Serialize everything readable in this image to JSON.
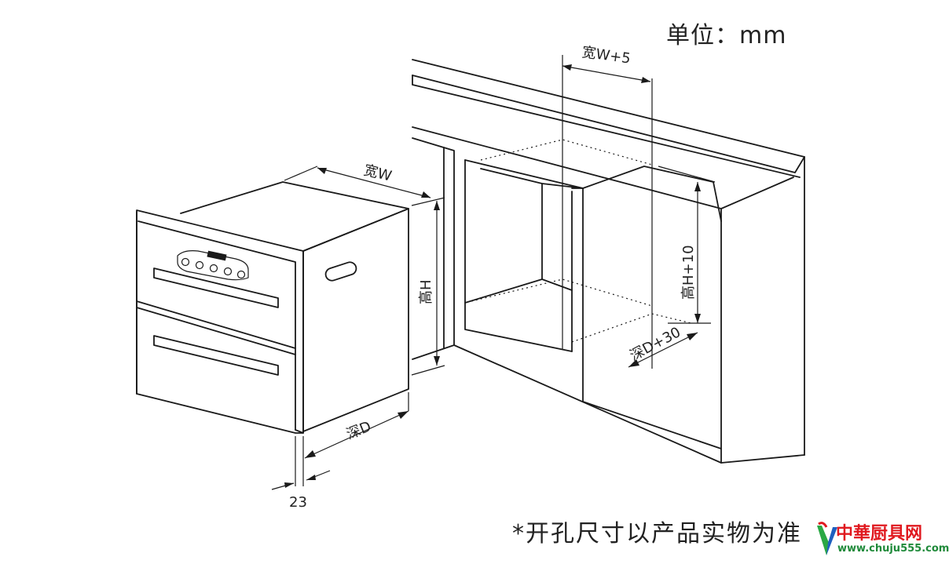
{
  "unit": {
    "label": "单位：mm"
  },
  "note": {
    "text": "*开孔尺寸以产品实物为准"
  },
  "dimensions": {
    "width": "宽W",
    "height": "高H",
    "depth": "深D",
    "front_offset": "23",
    "cutout_width": "宽W+5",
    "cutout_height": "高H+10",
    "cutout_depth": "深D+30"
  },
  "watermark": {
    "title": "中華厨具网",
    "url": "www.chuju555.com",
    "colors": {
      "title": "#e0191f",
      "url": "#1f8a3a",
      "logo_green": "#2aa844",
      "logo_blue": "#1f5fbf"
    }
  },
  "colors": {
    "line": "#1a1a1a",
    "background": "#ffffff"
  }
}
